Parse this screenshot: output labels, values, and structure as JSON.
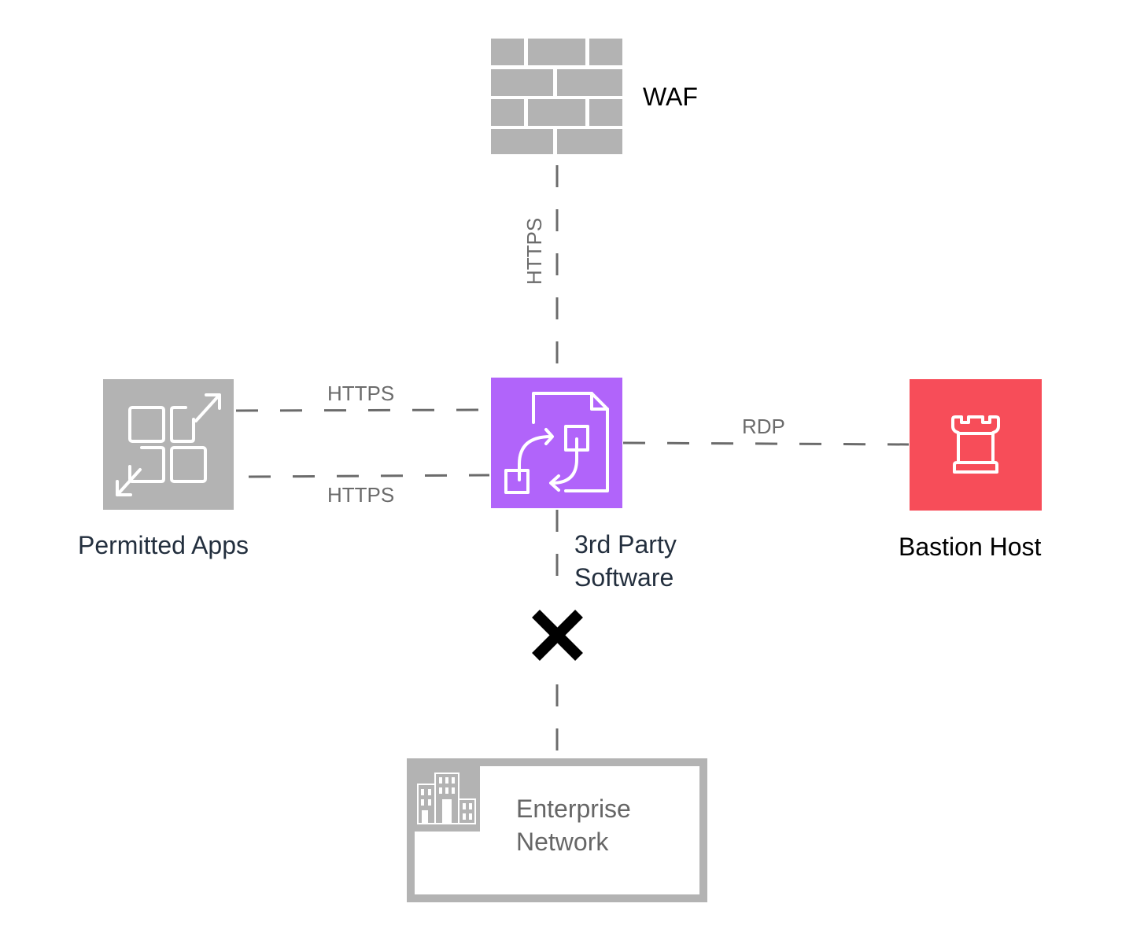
{
  "diagram": {
    "colors": {
      "connector": "#6b6b6b",
      "waf": "#b3b3b3",
      "third_party": "#b164fa",
      "permitted_apps": "#b3b3b3",
      "bastion": "#f74d59",
      "enterprise_border": "#b3b3b3",
      "blocked_marker": "#000000"
    },
    "nodes": {
      "waf": {
        "label": "WAF",
        "icon": "firewall-brick-icon"
      },
      "third_party": {
        "label_line1": "3rd Party",
        "label_line2": "Software",
        "icon": "document-sync-icon"
      },
      "permitted_apps": {
        "label": "Permitted Apps",
        "icon": "apps-expand-icon"
      },
      "bastion": {
        "label": "Bastion Host",
        "icon": "castle-rook-icon"
      },
      "enterprise": {
        "label_line1": "Enterprise",
        "label_line2": "Network",
        "icon": "office-building-icon"
      }
    },
    "edges": [
      {
        "from": "third_party",
        "to": "waf",
        "label": "HTTPS",
        "style": "dashed"
      },
      {
        "from": "permitted_apps",
        "to": "third_party",
        "label": "HTTPS",
        "style": "dashed"
      },
      {
        "from": "third_party",
        "to": "permitted_apps",
        "label": "HTTPS",
        "style": "dashed"
      },
      {
        "from": "third_party",
        "to": "bastion",
        "label": "RDP",
        "style": "dashed"
      },
      {
        "from": "third_party",
        "to": "enterprise",
        "label": "",
        "style": "dashed",
        "blocked": true
      }
    ],
    "blocked_marker": "✕"
  }
}
